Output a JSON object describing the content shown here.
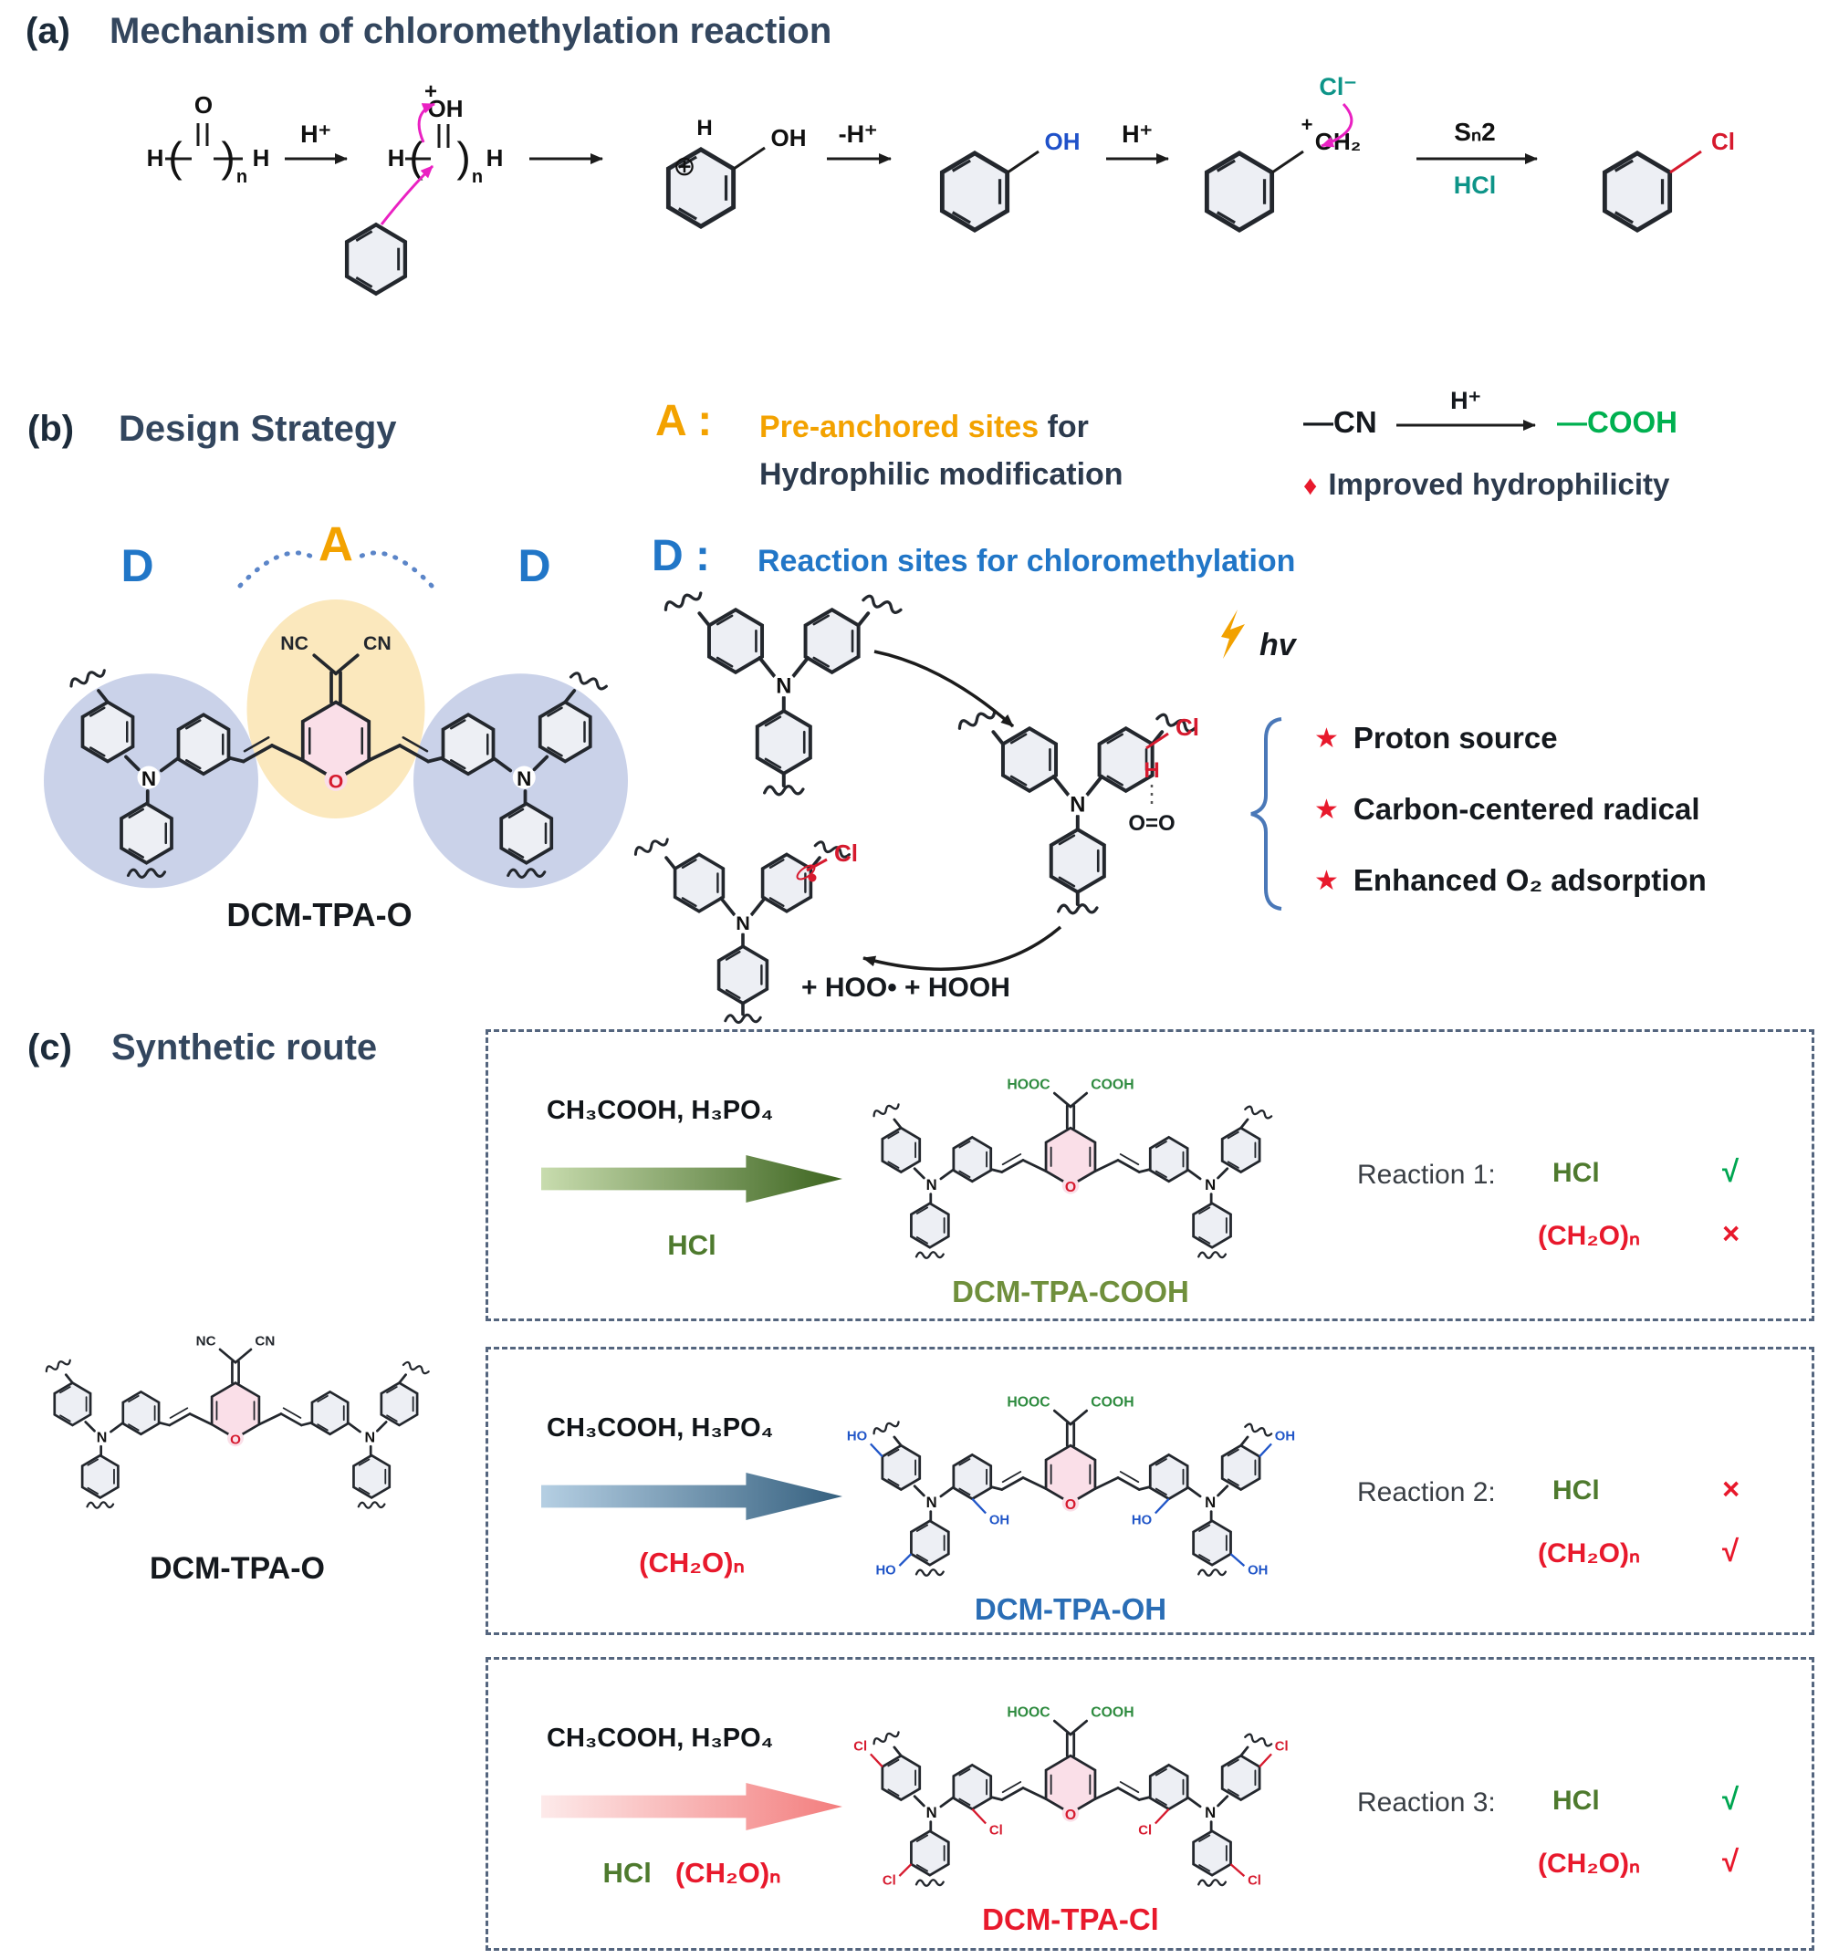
{
  "atoms": {
    "O": "O",
    "N": "N",
    "H": "H",
    "n": "n",
    "OH": "OH",
    "OH2": "OH₂",
    "plus": "+",
    "oplus": "⊕",
    "NC": "NC",
    "CN": "CN",
    "Cl": "Cl",
    "HO": "HO",
    "HOOC": "HOOC",
    "COOH": "COOH",
    "OO": "O=O",
    "lp": "(",
    "rp": ")"
  },
  "panel_a": {
    "tag": "(a)",
    "title": "Mechanism of chloromethylation reaction",
    "arrow1_label": "H⁺",
    "arrow2_label": "-H⁺",
    "arrow3_label": "H⁺",
    "sn2": "Sₙ2",
    "hcl": "HCl",
    "cl_minus": "Cl⁻"
  },
  "panel_b": {
    "tag": "(b)",
    "title": "Design Strategy",
    "a_key": "A :",
    "a_line1_hl": "Pre-anchored sites",
    "a_line1_rest": " for",
    "a_line2": "Hydrophilic modification",
    "cn_group": "—CN",
    "h_plus": "H⁺",
    "cooh_group": "—COOH",
    "diamond": "♦",
    "improved": "Improved hydrophilicity",
    "d_key": "D :",
    "d_text": "Reaction sites for chloromethylation",
    "a_mark": "A",
    "d_mark_left": "D",
    "d_mark_right": "D",
    "molecule_label": "DCM-TPA-O",
    "hv": "hv",
    "star": "★",
    "bullet1": "Proton source",
    "bullet2": "Carbon-centered radical",
    "bullet3": "Enhanced O₂ adsorption",
    "byproducts": "+ HOO• +  HOOH"
  },
  "panel_c": {
    "tag": "(c)",
    "title": "Synthetic route",
    "reactant_label": "DCM-TPA-O",
    "rows": [
      {
        "reagent_top": "CH₃COOH,  H₃PO₄",
        "reagent_hcl": "HCl",
        "reagent_ch2o": "",
        "product_label": "DCM-TPA-COOH",
        "reaction_no": "Reaction 1:",
        "item1": "HCl",
        "mark1": "√",
        "item2": "(CH₂O)ₙ",
        "mark2": "×"
      },
      {
        "reagent_top": "CH₃COOH,  H₃PO₄",
        "reagent_hcl": "",
        "reagent_ch2o": "(CH₂O)ₙ",
        "product_label": "DCM-TPA-OH",
        "reaction_no": "Reaction 2:",
        "item1": "HCl",
        "mark1": "×",
        "item2": "(CH₂O)ₙ",
        "mark2": "√"
      },
      {
        "reagent_top": "CH₃COOH,  H₃PO₄",
        "reagent_hcl": "HCl",
        "reagent_ch2o": "(CH₂O)ₙ",
        "product_label": "DCM-TPA-Cl",
        "reaction_no": "Reaction 3:",
        "item1": "HCl",
        "mark1": "√",
        "item2": "(CH₂O)ₙ",
        "mark2": "√"
      }
    ]
  }
}
